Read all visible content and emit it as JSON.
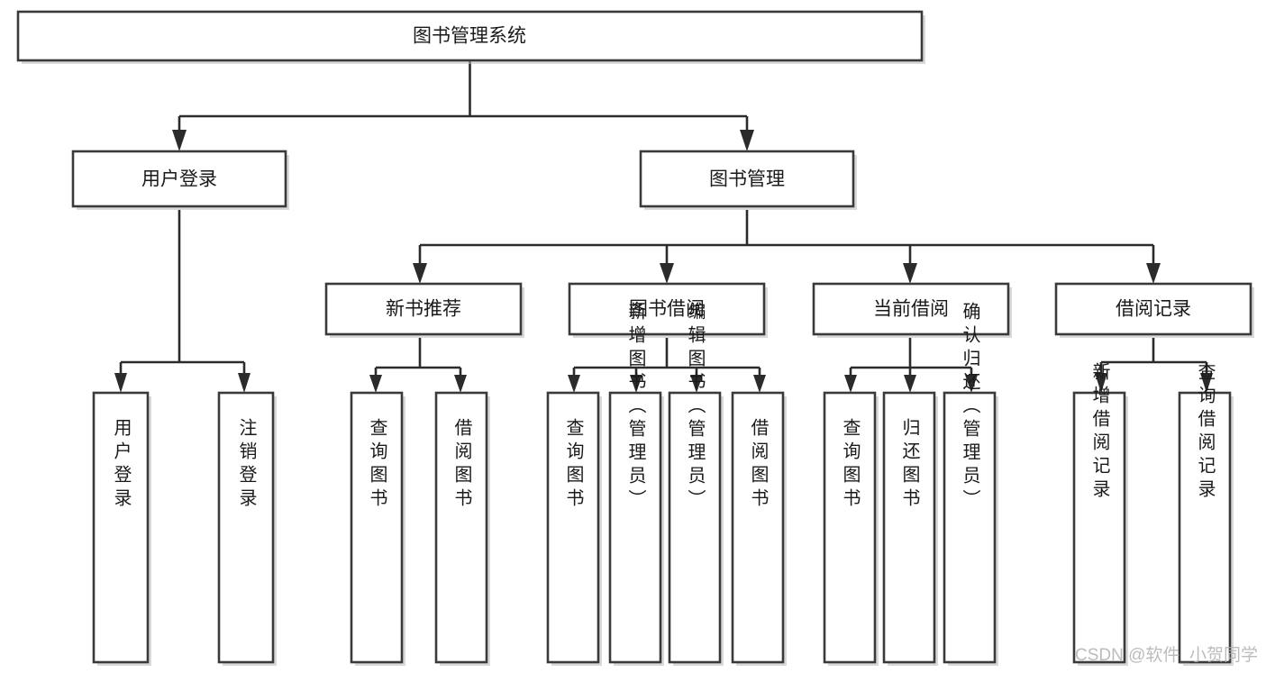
{
  "diagram": {
    "type": "hierarchy-tree",
    "title_node": "图书管理系统",
    "watermark": "CSDN @软件_小贺同学",
    "colors": {
      "box_stroke": "#3a3a3a",
      "box_fill": "#ffffff",
      "connector": "#2b2b2b",
      "text": "#1a1a1a",
      "watermark": "#b0b0b0",
      "background": "#ffffff"
    },
    "nodes": {
      "root": {
        "label": "图书管理系统"
      },
      "level2": [
        {
          "label": "用户登录"
        },
        {
          "label": "图书管理"
        }
      ],
      "level3": [
        {
          "label": "新书推荐"
        },
        {
          "label": "图书借阅"
        },
        {
          "label": "当前借阅"
        },
        {
          "label": "借阅记录"
        }
      ],
      "leaves": {
        "user_login": [
          {
            "label": "用户登录"
          },
          {
            "label": "注销登录"
          }
        ],
        "new_book_recommend": [
          {
            "label": "查询图书"
          },
          {
            "label": "借阅图书"
          }
        ],
        "book_borrow": [
          {
            "label": "查询图书"
          },
          {
            "label": "新增图书（管理员）"
          },
          {
            "label": "编辑图书（管理员）"
          },
          {
            "label": "借阅图书"
          }
        ],
        "current_borrow": [
          {
            "label": "查询图书"
          },
          {
            "label": "归还图书"
          },
          {
            "label": "确认归还（管理员）"
          }
        ],
        "borrow_record": [
          {
            "label": "新增借阅记录"
          },
          {
            "label": "查询借阅记录"
          }
        ]
      }
    }
  }
}
